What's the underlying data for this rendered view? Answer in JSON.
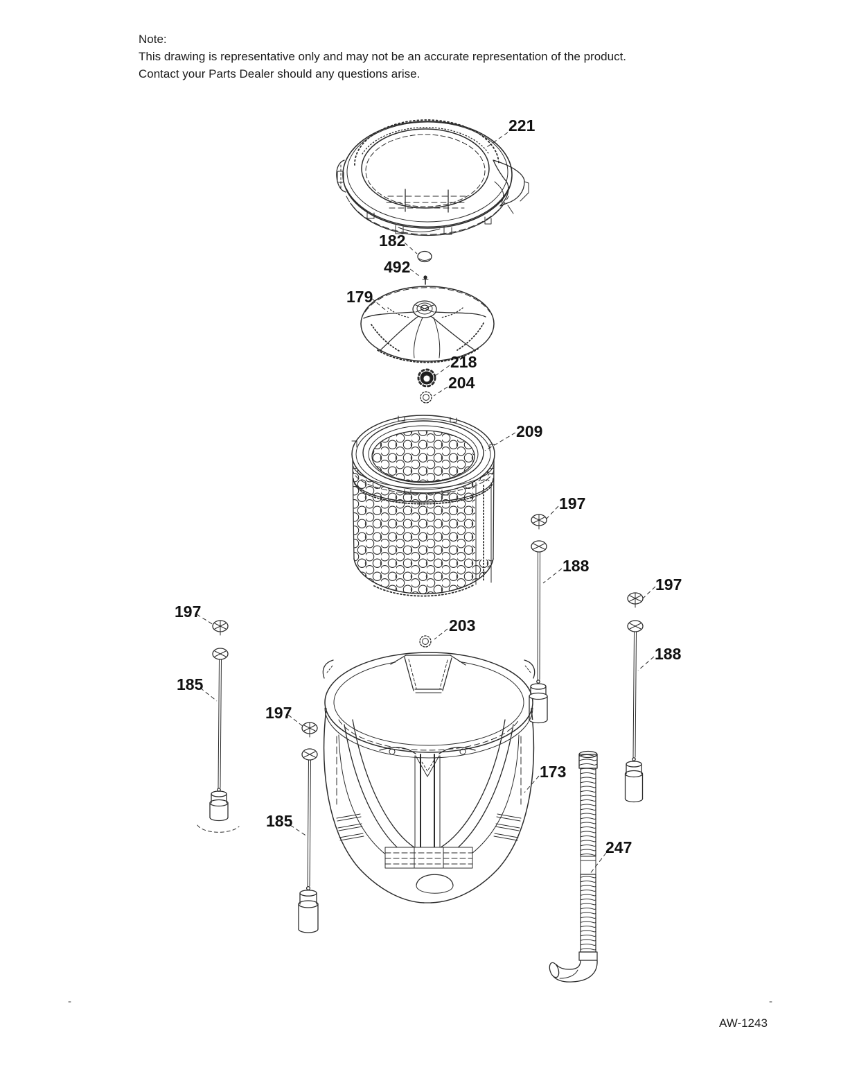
{
  "note": {
    "title": "Note:",
    "line1": "This drawing is representative only and may not be an accurate representation of the product.",
    "line2": "Contact your Parts Dealer should any questions arise."
  },
  "labels": {
    "p221": "221",
    "p182": "182",
    "p492": "492",
    "p179": "179",
    "p218": "218",
    "p204": "204",
    "p209": "209",
    "p197_right_inner": "197",
    "p188_right_inner": "188",
    "p197_right_outer": "197",
    "p188_right_outer": "188",
    "p197_left_outer": "197",
    "p185_left_outer": "185",
    "p197_left_inner": "197",
    "p185_left_inner": "185",
    "p203": "203",
    "p173": "173",
    "p247": "247"
  },
  "footer": {
    "code": "AW-1243",
    "dash_left": "-",
    "dash_right": "-"
  },
  "colors": {
    "line": "#2b2b2b",
    "background": "#ffffff"
  }
}
